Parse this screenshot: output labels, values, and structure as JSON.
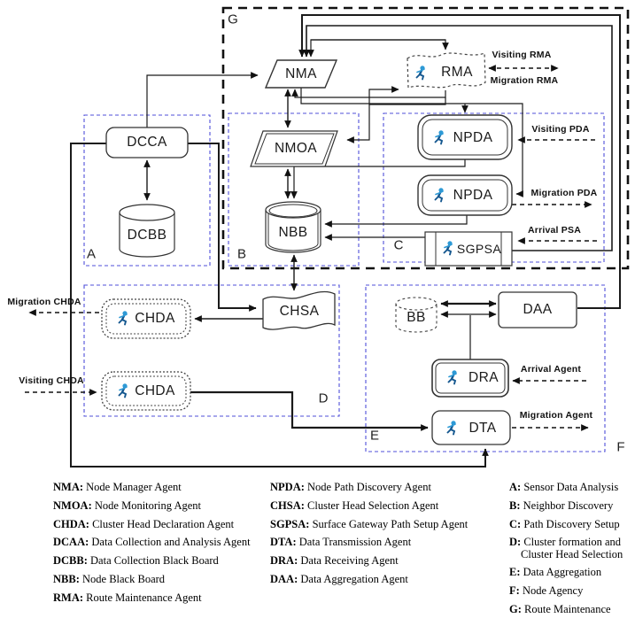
{
  "regions": {
    "g": "G",
    "a": "A",
    "b": "B",
    "c": "C",
    "d": "D",
    "e": "E",
    "f": "F"
  },
  "nodes": {
    "nma": "NMA",
    "nmoa": "NMOA",
    "rma": "RMA",
    "npda1": "NPDA",
    "npda2": "NPDA",
    "sgpsa": "SGPSA",
    "dcca": "DCCA",
    "dcbb": "DCBB",
    "nbb": "NBB",
    "chsa": "CHSA",
    "chda1": "CHDA",
    "chda2": "CHDA",
    "bb": "BB",
    "daa": "DAA",
    "dra": "DRA",
    "dta": "DTA"
  },
  "flows": {
    "visiting_rma": "Visiting RMA",
    "migration_rma": "Migration RMA",
    "visiting_pda": "Visiting PDA",
    "migration_pda": "Migration PDA",
    "arrival_psa": "Arrival PSA",
    "migration_chda": "Migration CHDA",
    "visiting_chda": "Visiting CHDA",
    "arrival_agent": "Arrival Agent",
    "migration_agent": "Migration Agent"
  },
  "colors": {
    "region_border": "#4f4fd8",
    "agent_blue": "#2e9ad6",
    "line": "#1a1a1a"
  },
  "legend": {
    "col1": [
      {
        "term": "NMA:",
        "def": "Node Manager Agent"
      },
      {
        "term": "NMOA:",
        "def": "Node Monitoring Agent"
      },
      {
        "term": "CHDA:",
        "def": "Cluster Head Declaration Agent"
      },
      {
        "term": "DCAA:",
        "def": "Data Collection and Analysis Agent"
      },
      {
        "term": "DCBB:",
        "def": "Data Collection Black Board"
      },
      {
        "term": "NBB:",
        "def": "Node Black Board"
      },
      {
        "term": "RMA:",
        "def": "Route Maintenance Agent"
      }
    ],
    "col2": [
      {
        "term": "NPDA:",
        "def": "Node Path Discovery Agent"
      },
      {
        "term": "CHSA:",
        "def": "Cluster Head Selection Agent"
      },
      {
        "term": "SGPSA:",
        "def": "Surface Gateway Path Setup Agent"
      },
      {
        "term": "DTA:",
        "def": "Data Transmission Agent"
      },
      {
        "term": "DRA:",
        "def": "Data Receiving Agent"
      },
      {
        "term": "DAA:",
        "def": "Data Aggregation Agent"
      }
    ],
    "col3": [
      {
        "term": "A:",
        "def": "Sensor Data Analysis"
      },
      {
        "term": "B:",
        "def": "Neighbor Discovery"
      },
      {
        "term": "C:",
        "def": "Path Discovery Setup"
      },
      {
        "term": "D:",
        "def": "Cluster formation and Cluster Head Selection"
      },
      {
        "term": "E:",
        "def": "Data Aggregation"
      },
      {
        "term": "F:",
        "def": "Node Agency"
      },
      {
        "term": "G:",
        "def": "Route Maintenance"
      }
    ]
  }
}
